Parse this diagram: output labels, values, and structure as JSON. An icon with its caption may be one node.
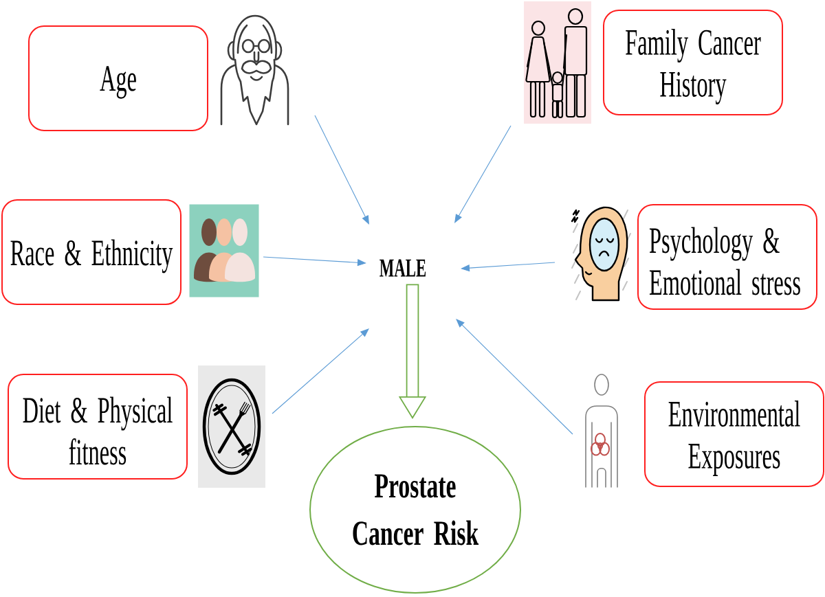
{
  "diagram": {
    "nodes": [
      {
        "text": [
          "Age"
        ]
      },
      {
        "text": [],
        "shape": "picture"
      },
      {
        "text": [],
        "shape": "picture"
      },
      {
        "text": [
          "Family Cancer History"
        ]
      },
      {
        "text": [
          "Race & Ethnicity"
        ]
      },
      {
        "text": [],
        "shape": "picture"
      },
      {
        "text": [
          "MALE"
        ]
      },
      {
        "text": [],
        "shape": "picture"
      },
      {
        "text": [
          "Psychology & Emotional stress"
        ]
      },
      {
        "text": [
          "Diet & Physical fitness"
        ]
      },
      {
        "text": [],
        "shape": "picture"
      },
      {
        "text": [
          "Prostate Cancer Risk"
        ]
      },
      {
        "text": [],
        "shape": "picture"
      },
      {
        "text": [
          "Environmental Exposures"
        ]
      }
    ],
    "edges": [
      {
        "from": 1,
        "to": 6,
        "arrow": "to"
      },
      {
        "from": 2,
        "to": 6,
        "arrow": "to"
      },
      {
        "from": 5,
        "to": 6,
        "arrow": "to"
      },
      {
        "from": 7,
        "to": 6,
        "arrow": "to"
      },
      {
        "from": 10,
        "to": 6,
        "arrow": "to"
      },
      {
        "from": 12,
        "to": 6,
        "arrow": "to"
      },
      {
        "from": 6,
        "to": 11,
        "arrow": "to",
        "style": "thick",
        "color": "#70ad47"
      }
    ]
  }
}
